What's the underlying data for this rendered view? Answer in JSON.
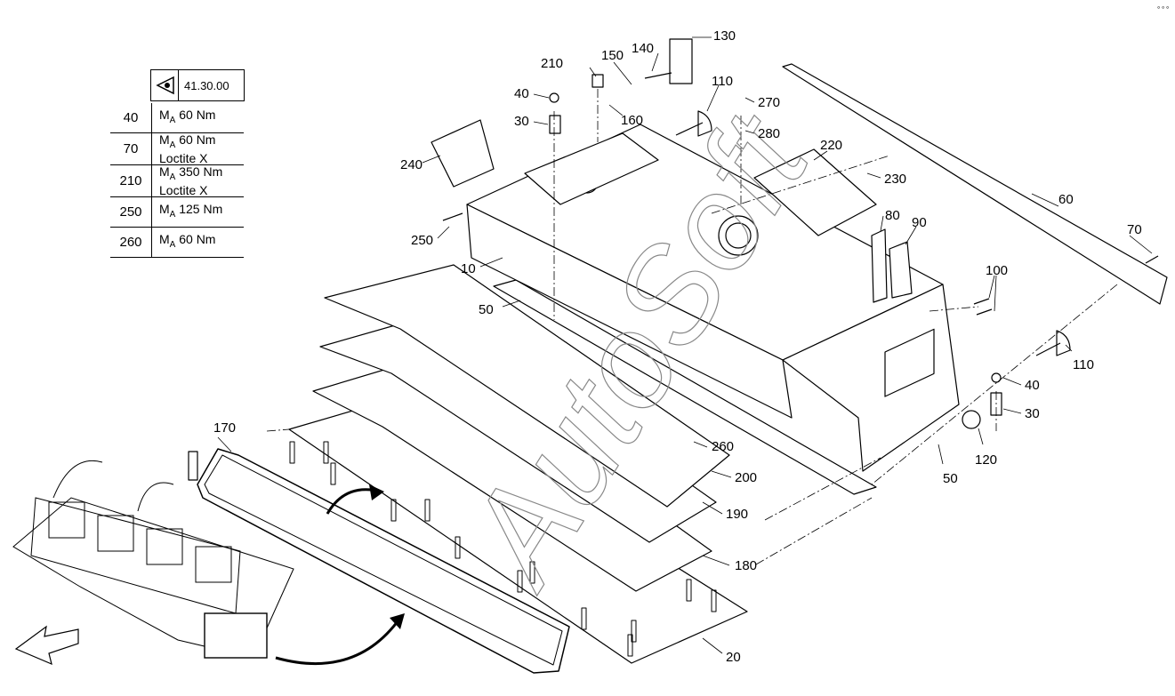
{
  "view_reference": {
    "code": "41.30.00",
    "icon": "eye-view-icon"
  },
  "torque_table": [
    {
      "pos": "40",
      "spec": "60 Nm",
      "extra": ""
    },
    {
      "pos": "70",
      "spec": "60 Nm",
      "extra": "Loctite X"
    },
    {
      "pos": "210",
      "spec": "350 Nm",
      "extra": "Loctite X"
    },
    {
      "pos": "250",
      "spec": "125 Nm",
      "extra": ""
    },
    {
      "pos": "260",
      "spec": "60 Nm",
      "extra": ""
    }
  ],
  "torque_symbol": "M",
  "torque_symbol_sub": "A",
  "callouts": {
    "c130": "130",
    "c140": "140",
    "c150": "150",
    "c210": "210",
    "c110a": "110",
    "c270": "270",
    "c40a": "40",
    "c30a": "30",
    "c160": "160",
    "c280": "280",
    "c220": "220",
    "c230": "230",
    "c240": "240",
    "c250": "250",
    "c10": "10",
    "c80": "80",
    "c90": "90",
    "c60": "60",
    "c70": "70",
    "c50a": "50",
    "c100": "100",
    "c110b": "110",
    "c40b": "40",
    "c30b": "30",
    "c260": "260",
    "c120": "120",
    "c50b": "50",
    "c200": "200",
    "c170": "170",
    "c190": "190",
    "c180": "180",
    "c20": "20"
  },
  "watermark": "AutoSoft",
  "colors": {
    "line": "#000000",
    "watermark": "#888888",
    "background": "#ffffff"
  }
}
